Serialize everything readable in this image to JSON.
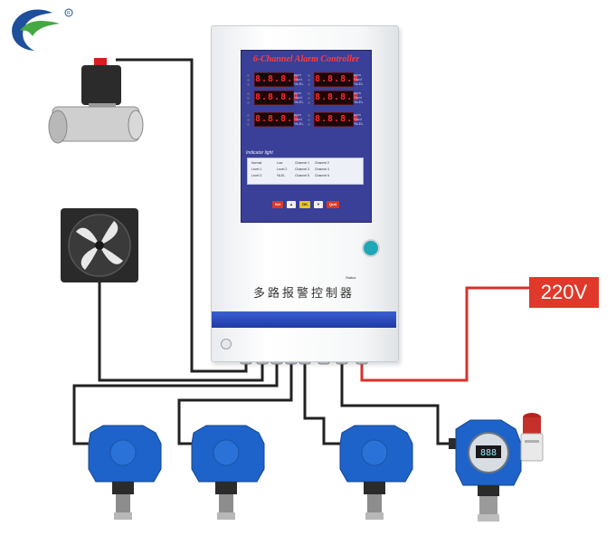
{
  "controller": {
    "title": "6-Channel Alarm Controller",
    "displays": [
      "8.8.8.8",
      "8.8.8.8",
      "8.8.8.8",
      "8.8.8.8",
      "8.8.8.8",
      "8.8.8.8"
    ],
    "units": [
      "ppm",
      "%vol",
      "%LEL"
    ],
    "indicator_title": "Indicator light",
    "indicator_items": [
      "Normal",
      "Low",
      "Channel 1",
      "Channel 2",
      "Level 1",
      "Level 2",
      "Channel 3",
      "Channel 4",
      "Level 3",
      "%LEL",
      "Channel 5",
      "Channel 6"
    ],
    "status_label": "Status",
    "buttons": [
      "Set",
      "OK",
      "Quit"
    ],
    "brand_label": "多路报警控制器"
  },
  "power": {
    "label": "220V"
  },
  "colors": {
    "panel": "#3a3f97",
    "display_text": "#ff2a2a",
    "power_box": "#e0392b",
    "power_wire": "#d8312b",
    "signal_wire": "#222222",
    "detector_blue": "#1e63c9",
    "logo_blue": "#1d4f9c",
    "logo_green": "#45a844"
  },
  "icons": {
    "logo": "company-logo-icon",
    "valve": "solenoid-valve-icon",
    "fan": "exhaust-fan-icon",
    "detector": "gas-detector-icon",
    "alarm": "sound-light-alarm-icon"
  }
}
